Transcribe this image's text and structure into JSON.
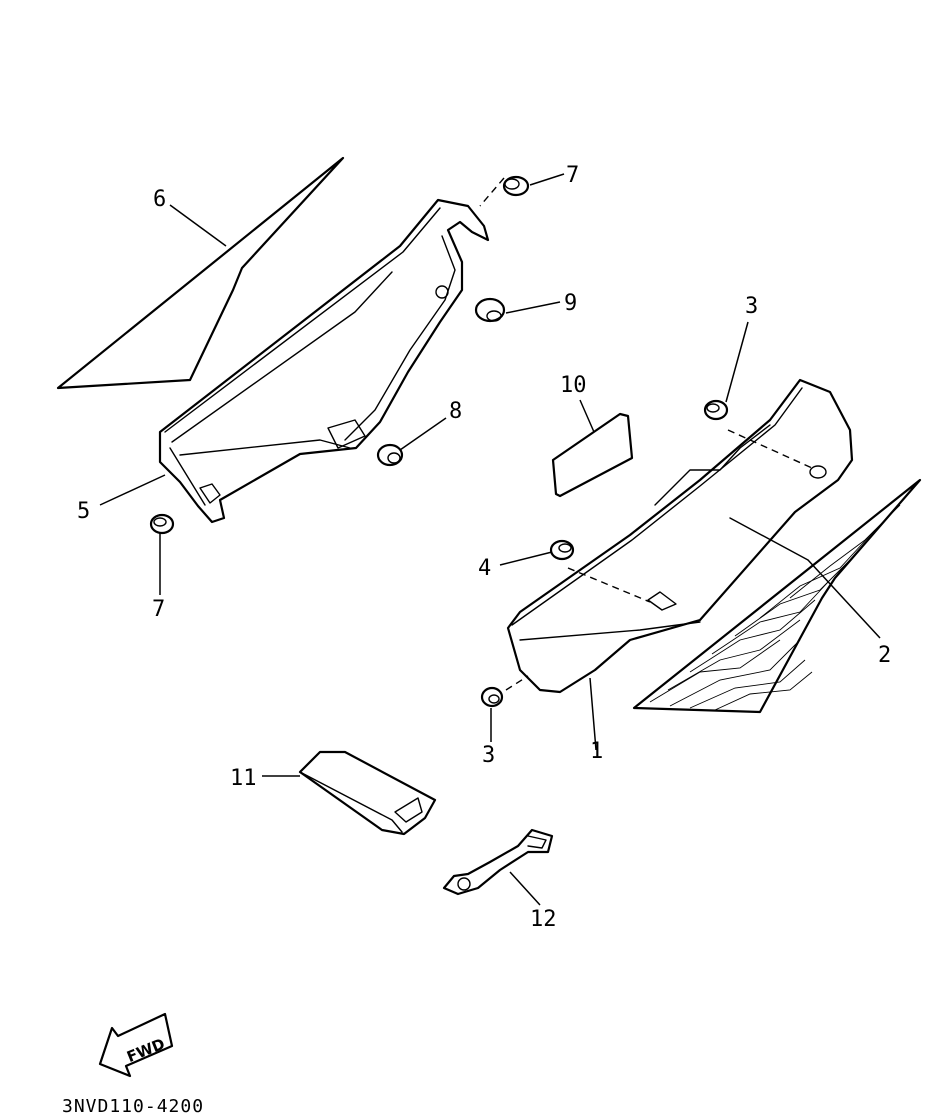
{
  "diagram": {
    "drawing_code": "3NVD110-4200",
    "direction_label": "FWD",
    "callouts": {
      "c1": "1",
      "c2": "2",
      "c3a": "3",
      "c3b": "3",
      "c4": "4",
      "c5": "5",
      "c6": "6",
      "c7a": "7",
      "c7b": "7",
      "c8": "8",
      "c9": "9",
      "c10": "10",
      "c11": "11",
      "c12": "12"
    },
    "colors": {
      "ink": "#000000",
      "paper": "#ffffff"
    }
  }
}
